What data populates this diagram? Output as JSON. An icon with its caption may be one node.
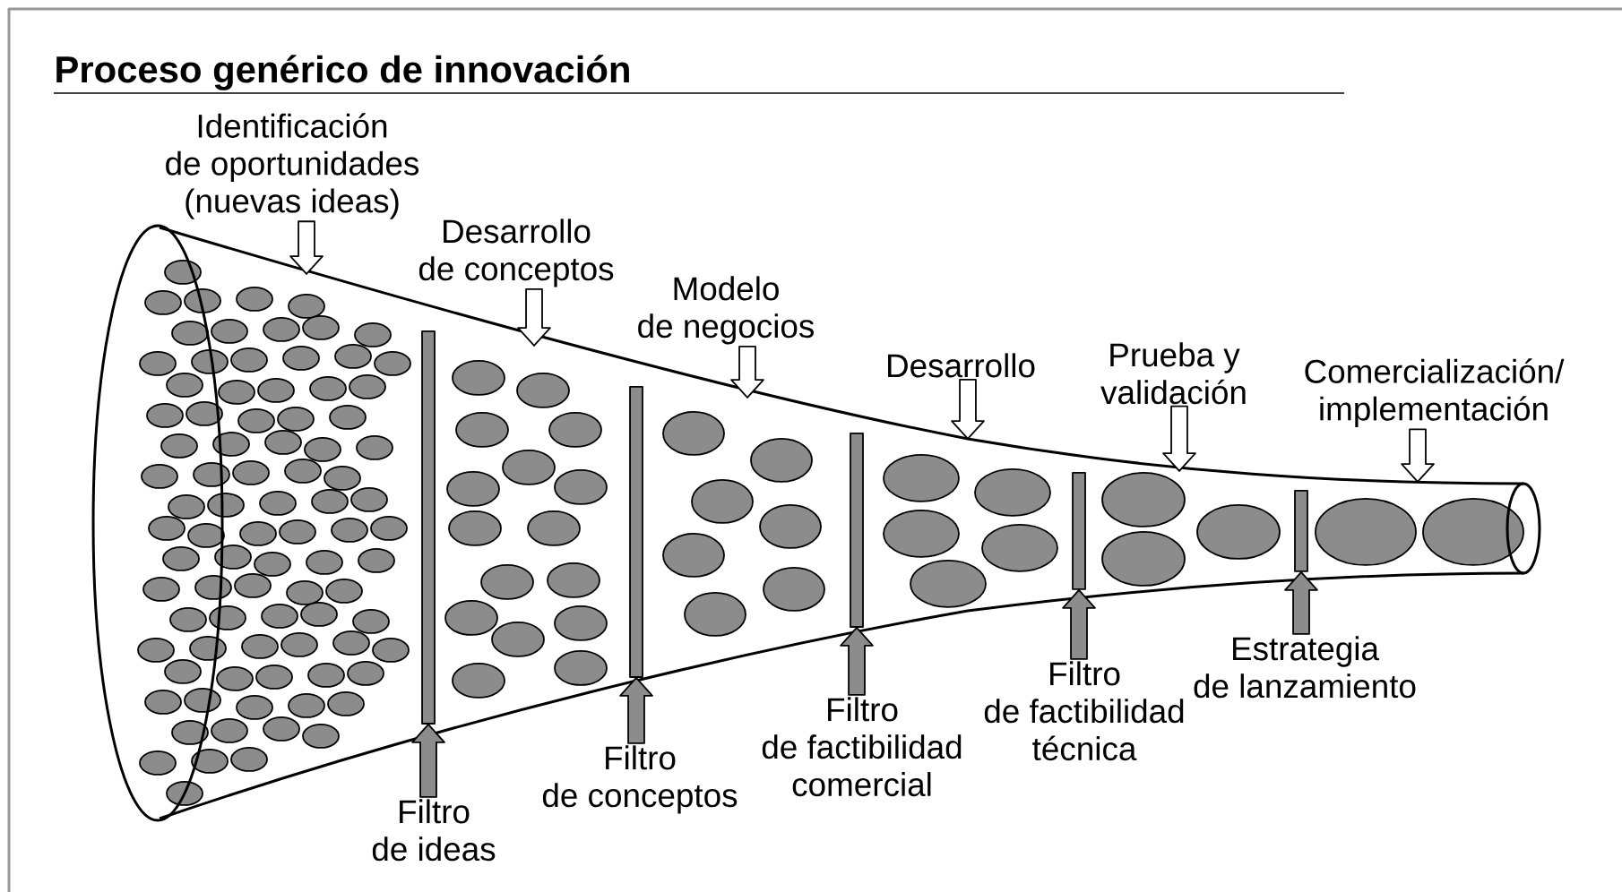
{
  "diagram": {
    "title": "Proceso genérico de innovación",
    "nodes": [
      {
        "text": [
          "Identificación de oportunidades (nuevas ideas)"
        ]
      },
      {
        "text": [
          "Desarrollo de conceptos"
        ]
      },
      {
        "text": [
          "Modelo de negocios"
        ]
      },
      {
        "text": [
          "Desarrollo"
        ]
      },
      {
        "text": [
          "Prueba y validación"
        ]
      },
      {
        "text": [
          "Comercialización/ implementación"
        ]
      },
      {
        "text": [],
        "shape": "bar"
      },
      {
        "text": [],
        "shape": "bar"
      },
      {
        "text": [],
        "shape": "bar"
      },
      {
        "text": [],
        "shape": "bar"
      },
      {
        "text": [],
        "shape": "bar"
      },
      {
        "text": [
          "Filtro de ideas"
        ]
      },
      {
        "text": [
          "Filtro de conceptos"
        ]
      },
      {
        "text": [
          "Filtro de factibilidad comercial"
        ]
      },
      {
        "text": [
          "Filtro de factibilidad técnica"
        ]
      },
      {
        "text": [
          "Estrategia de lanzamiento"
        ]
      }
    ],
    "edges": [
      {
        "from": 0,
        "to": null,
        "arrow": "to"
      },
      {
        "from": 1,
        "to": null,
        "arrow": "to"
      },
      {
        "from": 2,
        "to": null,
        "arrow": "to"
      },
      {
        "from": 3,
        "to": null,
        "arrow": "to"
      },
      {
        "from": 4,
        "to": null,
        "arrow": "to"
      },
      {
        "from": 5,
        "to": null,
        "arrow": "to"
      },
      {
        "from": 11,
        "to": 6,
        "arrow": "to",
        "color": "#8c8c8c"
      },
      {
        "from": 12,
        "to": 7,
        "arrow": "to",
        "color": "#8c8c8c"
      },
      {
        "from": 13,
        "to": 8,
        "arrow": "to",
        "color": "#8c8c8c"
      },
      {
        "from": 14,
        "to": 9,
        "arrow": "to",
        "color": "#8c8c8c"
      },
      {
        "from": 15,
        "to": 10,
        "arrow": "to",
        "color": "#8c8c8c"
      }
    ]
  }
}
